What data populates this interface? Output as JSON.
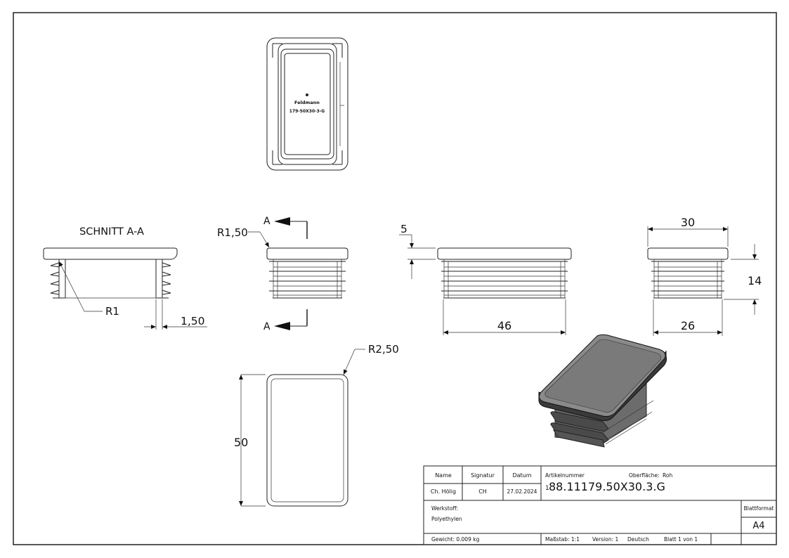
{
  "views": {
    "section_title": "SCHNITT A-A",
    "section_label_top": "A",
    "section_label_bottom": "A",
    "top_view_marking": {
      "brand": "Feldmann",
      "code": "179-50X30-3-G"
    }
  },
  "dimensions": {
    "r1": "R1",
    "wall": "1,50",
    "r150": "R1,50",
    "r250": "R2,50",
    "head_height": "5",
    "length": "46",
    "width_top": "30",
    "height": "14",
    "width_bottom": "26",
    "outer_length": "50"
  },
  "title_block": {
    "headers": {
      "name": "Name",
      "signatur": "Signatur",
      "datum": "Datum"
    },
    "row": {
      "name": "Ch. Hölig",
      "signatur": "CH",
      "datum": "27.02.2024"
    },
    "artikelnummer_label": "Artikelnummer",
    "artikelnummer_prefix": "1",
    "artikelnummer": "88.11179.50X30.3.G",
    "oberflaeche_label": "Oberfläche:",
    "oberflaeche": "Roh",
    "werkstoff_label": "Werkstoff:",
    "werkstoff": "Polyethylen",
    "blattformat_label": "Blattformat",
    "blattformat": "A4",
    "gewicht": "Gewicht: 0.009 kg",
    "massstab": "Maßstab: 1:1",
    "version": "Version: 1",
    "sprache": "Deutsch",
    "blatt": "Blatt 1 von 1"
  }
}
